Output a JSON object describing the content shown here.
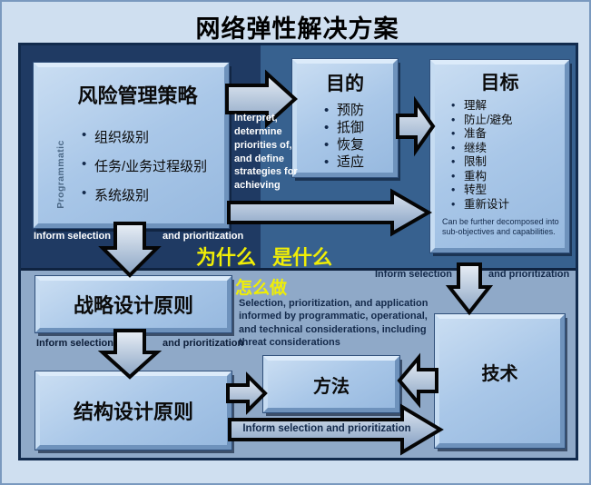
{
  "title": "网络弹性解决方案",
  "upper": {
    "risk_box": {
      "title": "风险管理策略",
      "side_label": "Programmatic",
      "bullets": [
        "组织级别",
        "任务/业务过程级别",
        "系统级别"
      ]
    },
    "interpret_note": "Interpret, determine priorities of, and define strategies for achieving",
    "purpose_box": {
      "title": "目的",
      "bullets": [
        "预防",
        "抵御",
        "恢复",
        "适应"
      ]
    },
    "goal_box": {
      "title": "目标",
      "bullets": [
        "理解",
        "防止/避免",
        "准备",
        "继续",
        "限制",
        "重构",
        "转型",
        "重新设计"
      ],
      "note": "Can be further decomposed into sub-objectives and capabilities."
    },
    "inform_left": {
      "before": "Inform selection",
      "after": "and prioritization"
    },
    "inform_right": {
      "before": "Inform selection",
      "after": "and prioritization"
    }
  },
  "yellow_labels": {
    "why": "为什么",
    "what": "是什么",
    "how": "怎么做"
  },
  "lower": {
    "strategic_box": {
      "title": "战略设计原则"
    },
    "structural_box": {
      "title": "结构设计原则"
    },
    "method_box": {
      "title": "方法"
    },
    "tech_box": {
      "title": "技术"
    },
    "inform_mid": {
      "before": "Inform selection",
      "after": "and prioritization"
    },
    "selection_note": "Selection, prioritization, and application informed by programmatic, operational, and technical considerations, including threat considerations",
    "inform_bottom": "Inform selection and prioritization"
  },
  "colors": {
    "outer_bg": "#cfdff0",
    "dark_region": "#1f3a63",
    "mid_region": "#37618f",
    "lower_region": "#8fa9c8",
    "box_fill": "#a9c7e8",
    "yellow": "#f0ee06"
  }
}
